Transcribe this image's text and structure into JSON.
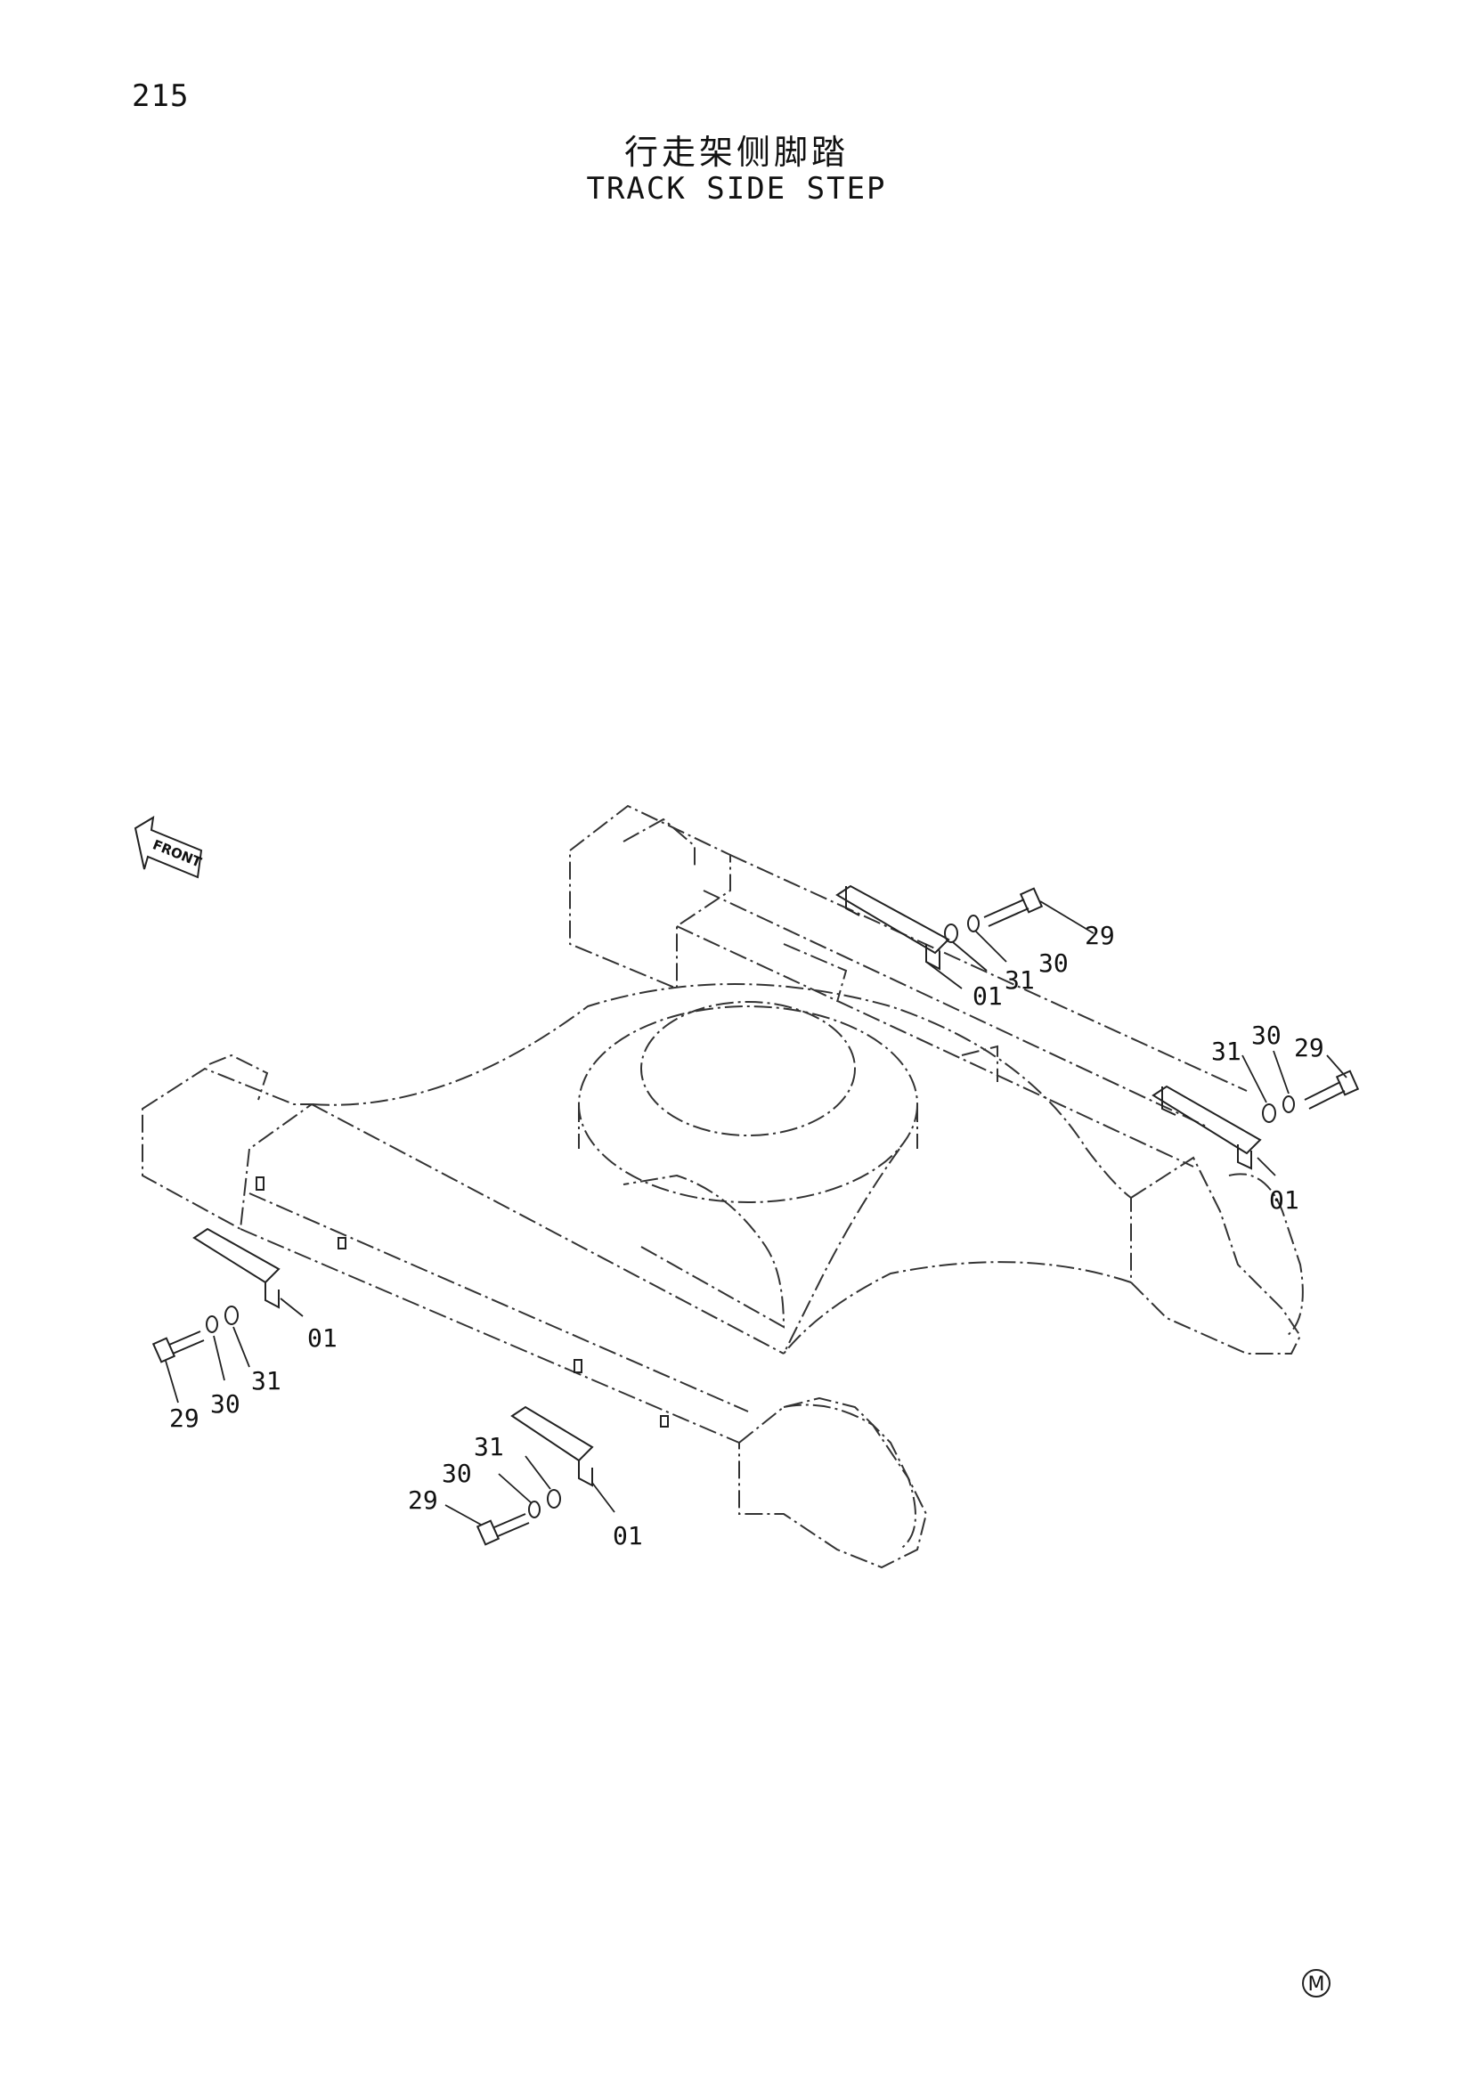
{
  "page_number": "215",
  "title_cn": "行走架侧脚踏",
  "title_en": "TRACK SIDE STEP",
  "front_label": "FRONT",
  "corner_mark": "M",
  "callouts": [
    {
      "id": "c-29-a",
      "text": "29"
    },
    {
      "id": "c-30-a",
      "text": "30"
    },
    {
      "id": "c-31-a",
      "text": "31"
    },
    {
      "id": "c-01-a",
      "text": "01"
    },
    {
      "id": "c-29-b",
      "text": "29"
    },
    {
      "id": "c-30-b",
      "text": "30"
    },
    {
      "id": "c-31-b",
      "text": "31"
    },
    {
      "id": "c-01-b",
      "text": "01"
    },
    {
      "id": "c-01-c",
      "text": "01"
    },
    {
      "id": "c-31-c",
      "text": "31"
    },
    {
      "id": "c-30-c",
      "text": "30"
    },
    {
      "id": "c-29-c",
      "text": "29"
    },
    {
      "id": "c-31-d",
      "text": "31"
    },
    {
      "id": "c-30-d",
      "text": "30"
    },
    {
      "id": "c-29-d",
      "text": "29"
    },
    {
      "id": "c-01-d",
      "text": "01"
    }
  ]
}
